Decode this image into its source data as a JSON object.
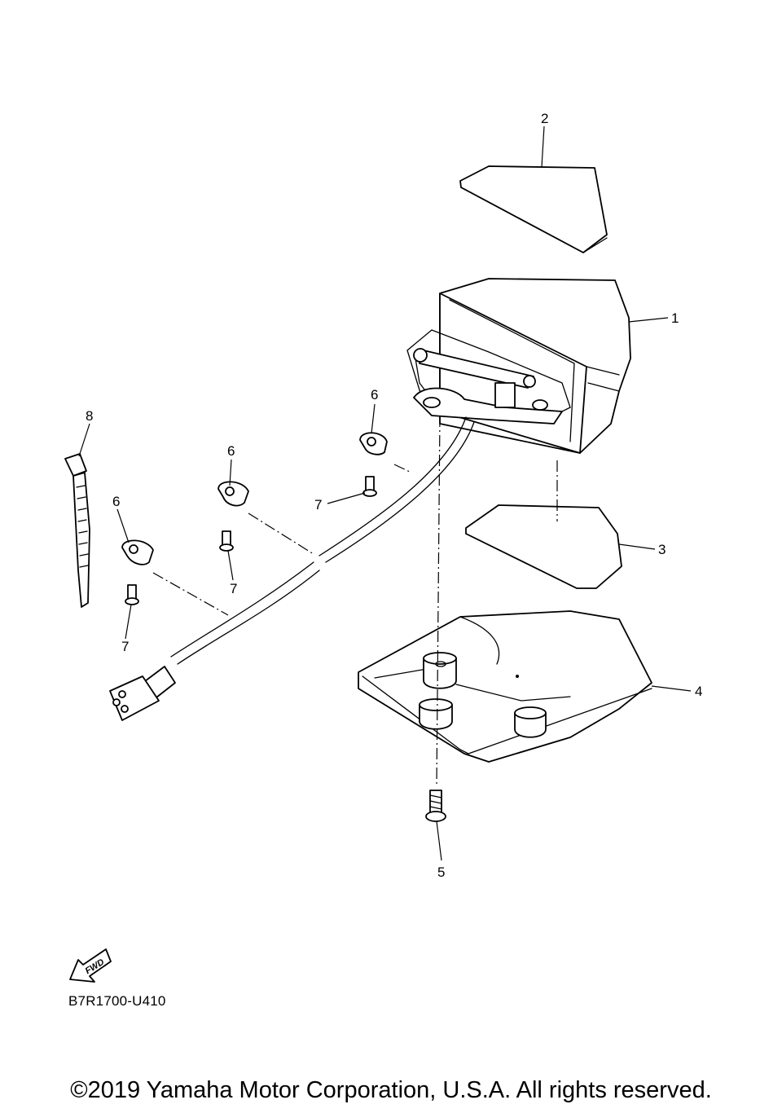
{
  "callouts": [
    {
      "id": "c1",
      "label": "1"
    },
    {
      "id": "c2",
      "label": "2"
    },
    {
      "id": "c3",
      "label": "3"
    },
    {
      "id": "c4",
      "label": "4"
    },
    {
      "id": "c5",
      "label": "5"
    },
    {
      "id": "c6a",
      "label": "6"
    },
    {
      "id": "c6b",
      "label": "6"
    },
    {
      "id": "c6c",
      "label": "6"
    },
    {
      "id": "c7a",
      "label": "7"
    },
    {
      "id": "c7b",
      "label": "7"
    },
    {
      "id": "c7c",
      "label": "7"
    },
    {
      "id": "c8",
      "label": "8"
    }
  ],
  "fwd_label": "FWD",
  "diagram_code": "B7R1700-U410",
  "copyright": "©2019 Yamaha Motor Corporation, U.S.A. All rights reserved."
}
